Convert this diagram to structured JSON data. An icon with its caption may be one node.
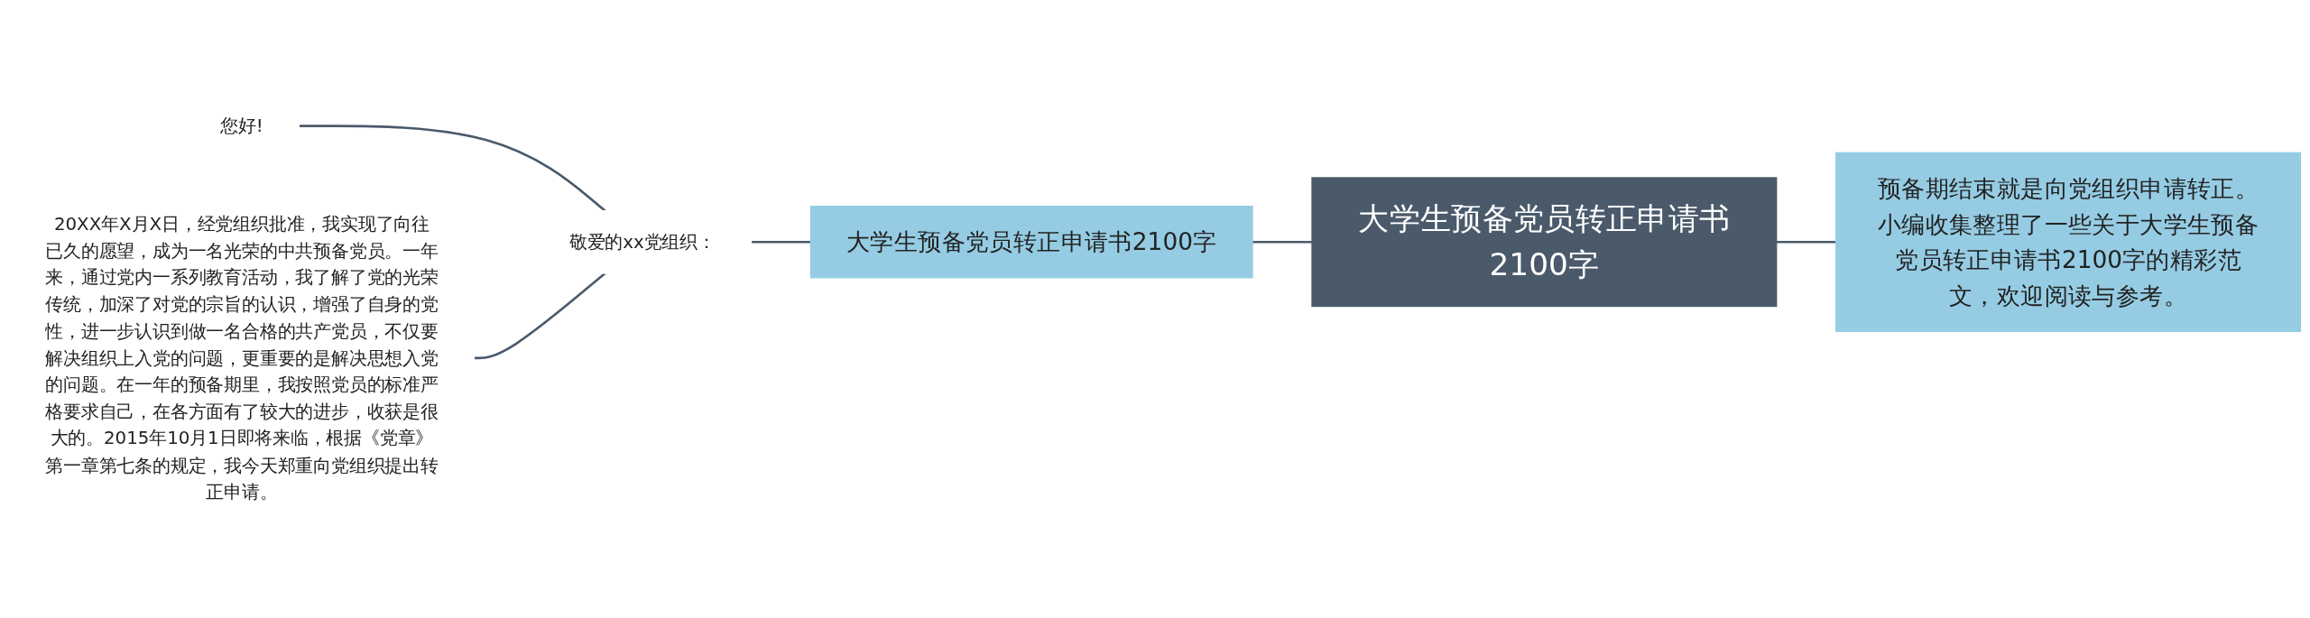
{
  "diagram": {
    "nodes": [
      {
        "text": [
          "大学生预备党员转正申请书2100字"
        ]
      },
      {
        "text": [
          "预备期结束就是向党组织申请转正。小编收集整理了一些关于大学生预备党员转正申请书2100字的精彩范文，欢迎阅读与参考。"
        ]
      },
      {
        "text": [
          "大学生预备党员转正申请书2100字"
        ]
      },
      {
        "text": [
          "敬爱的xx党组织："
        ]
      },
      {
        "text": [
          "您好!"
        ]
      },
      {
        "text": [
          "20XX年X月X日，经党组织批准，我实现了向往已久的愿望，成为一名光荣的中共预备党员。一年来，通过党内一系列教育活动，我了解了党的光荣传统，加深了对党的宗旨的认识，增强了自身的党性，进一步认识到做一名合格的共产党员，不仅要解决组织上入党的问题，更重要的是解决思想入党的问题。在一年的预备期里，我按照党员的标准严格要求自己，在各方面有了较大的进步，收获是很大的。2015年10月1日即将来临，根据《党章》第一章第七条的规定，我今天郑重向党组织提出转正申请。"
        ]
      }
    ],
    "edges": [
      {
        "from": 0,
        "to": 1,
        "arrow": "none"
      },
      {
        "from": 0,
        "to": 2,
        "arrow": "none"
      },
      {
        "from": 2,
        "to": 3,
        "arrow": "none"
      },
      {
        "from": 3,
        "to": 4,
        "arrow": "none"
      },
      {
        "from": 3,
        "to": 5,
        "arrow": "none"
      }
    ]
  }
}
